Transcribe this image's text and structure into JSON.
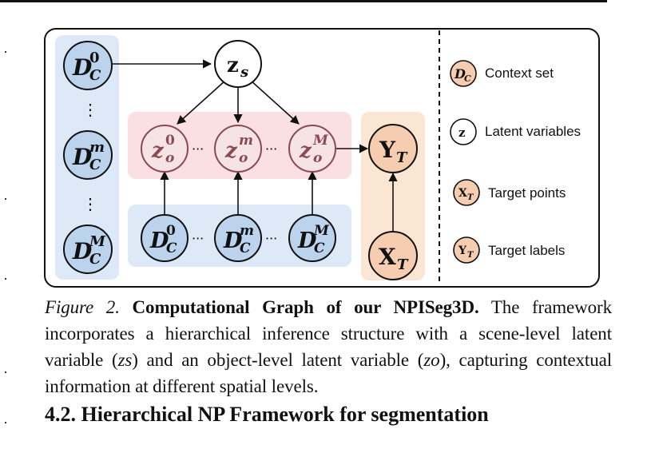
{
  "figure": {
    "nodes": {
      "dc0_base": "D",
      "dc0_sup": "0",
      "dc0_sub": "C",
      "dcm_base": "D",
      "dcm_sup": "m",
      "dcm_sub": "C",
      "dcM_base": "D",
      "dcM_sup": "M",
      "dcM_sub": "C",
      "zs_base": "z",
      "zs_sub": "s",
      "zo0_base": "z",
      "zo0_sup": "0",
      "zo0_sub": "o",
      "zom_base": "z",
      "zom_sup": "m",
      "zom_sub": "o",
      "zoM_base": "z",
      "zoM_sup": "M",
      "zoM_sub": "o",
      "yt_base": "Y",
      "yt_sub": "T",
      "xt_base": "X",
      "xt_sub": "T",
      "vdots": "⋮",
      "hdots": "···"
    },
    "legend": {
      "context_set": "Context set",
      "latent_variables": "Latent variables",
      "target_points": "Target points",
      "target_labels": "Target labels",
      "icon_dc": "D",
      "icon_dc_sub": "C",
      "icon_z": "z",
      "icon_xt": "X",
      "icon_xt_sub": "T",
      "icon_yt": "Y",
      "icon_yt_sub": "T"
    },
    "colors": {
      "blue_panel": "#dde9f6",
      "blue_node": "#bcd3ee",
      "pink_panel": "#fbe0e3",
      "pink_node": "#f6e3e6",
      "pink_stroke": "#8a4a52",
      "orange_panel": "#fbe6d3",
      "orange_node": "#f6cdb0"
    }
  },
  "caption": {
    "label": "Figure 2.",
    "title": "Computational Graph of our NPISeg3D.",
    "text_1": "The framework incorporates a hierarchical inference structure with a scene-level latent variable (",
    "zs": "zs",
    "text_2": ") and an object-level latent variable (",
    "zo": "zo",
    "text_3": "), capturing contextual information at different spatial levels."
  },
  "section": {
    "heading": "4.2. Hierarchical NP Framework for segmentation"
  }
}
